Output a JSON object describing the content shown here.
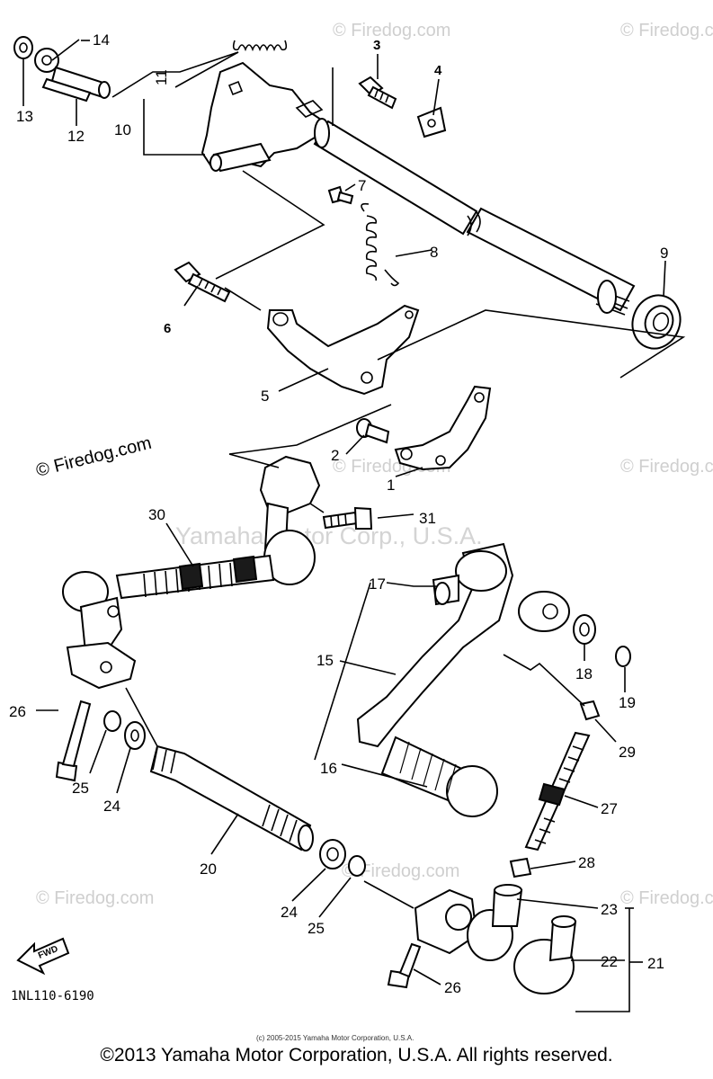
{
  "watermarks": {
    "firedog": "© Firedog.com",
    "firedog_dark": "© Firedog.com",
    "yamaha": "Yamaha Motor Corp., U.S.A."
  },
  "callouts": {
    "n1": "1",
    "n2": "2",
    "n3": "3",
    "n4": "4",
    "n5": "5",
    "n6": "6",
    "n7": "7",
    "n8": "8",
    "n9": "9",
    "n10": "10",
    "n11": "11",
    "n12": "12",
    "n13": "13",
    "n14": "14",
    "n15": "15",
    "n16": "16",
    "n17": "17",
    "n18": "18",
    "n19": "19",
    "n20": "20",
    "n21": "21",
    "n22": "22",
    "n23": "23",
    "n24a": "24",
    "n24b": "24",
    "n25a": "25",
    "n25b": "25",
    "n26a": "26",
    "n26b": "26",
    "n27": "27",
    "n28": "28",
    "n29": "29",
    "n30": "30",
    "n31": "31"
  },
  "fwd_label": "FWD",
  "diagram_code": "1NL110-6190",
  "small_copyright": "(c) 2005-2015 Yamaha Motor Corporation, U.S.A.",
  "copyright": "©2013 Yamaha Motor Corporation, U.S.A. All rights reserved."
}
